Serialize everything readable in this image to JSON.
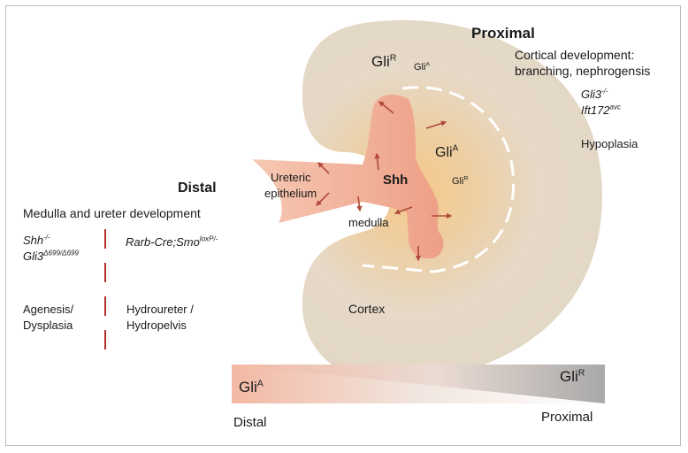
{
  "proximal_panel": {
    "heading": "Proximal",
    "process_line1": "Cortical development:",
    "process_line2": "branching, nephrogensis",
    "genotype1_base": "Gli3",
    "genotype1_sup": "-/-",
    "genotype2_base": "Ift172",
    "genotype2_sup": "avc",
    "phenotype": "Hypoplasia"
  },
  "distal_panel": {
    "heading": "Distal",
    "process": "Medulla and ureter development",
    "genotype_a_line1_base": "Shh",
    "genotype_a_line1_sup": "-/-",
    "genotype_a_line2_base": "Gli3",
    "genotype_a_line2_sup": "Δ699/Δ699",
    "genotype_b_base": "Rarb-Cre;Smo",
    "genotype_b_sup": "loxP/-",
    "phenotype_a_line1": "Agenesis/",
    "phenotype_a_line2": "Dysplasia",
    "phenotype_b_line1": "Hydroureter /",
    "phenotype_b_line2": "Hydropelvis"
  },
  "kidney": {
    "cortex_repressor_base": "Gli",
    "cortex_repressor_sup": "R",
    "cortex_activator_base": "Gli",
    "cortex_activator_sup": "A",
    "inner_activator_base": "Gli",
    "inner_activator_sup": "A",
    "inner_repressor_base": "Gli",
    "inner_repressor_sup": "R",
    "ligand": "Shh",
    "ureteric_line1": "Ureteric",
    "ureteric_line2": "epithelium",
    "medulla": "medulla",
    "cortex": "Cortex"
  },
  "gradient_bar": {
    "left_base": "Gli",
    "left_sup": "A",
    "right_base": "Gli",
    "right_sup": "R",
    "left_axis": "Distal",
    "right_axis": "Proximal"
  },
  "colors": {
    "kidney_outer": "#e4d9c8",
    "kidney_core": "#f2c98c",
    "epithelium": "#f1b49a",
    "arrow": "#b04a3b",
    "dashed_divider": "#b0302a",
    "repressor_gray": "#8b8b8b",
    "activator_peach": "#f2b9a4"
  }
}
